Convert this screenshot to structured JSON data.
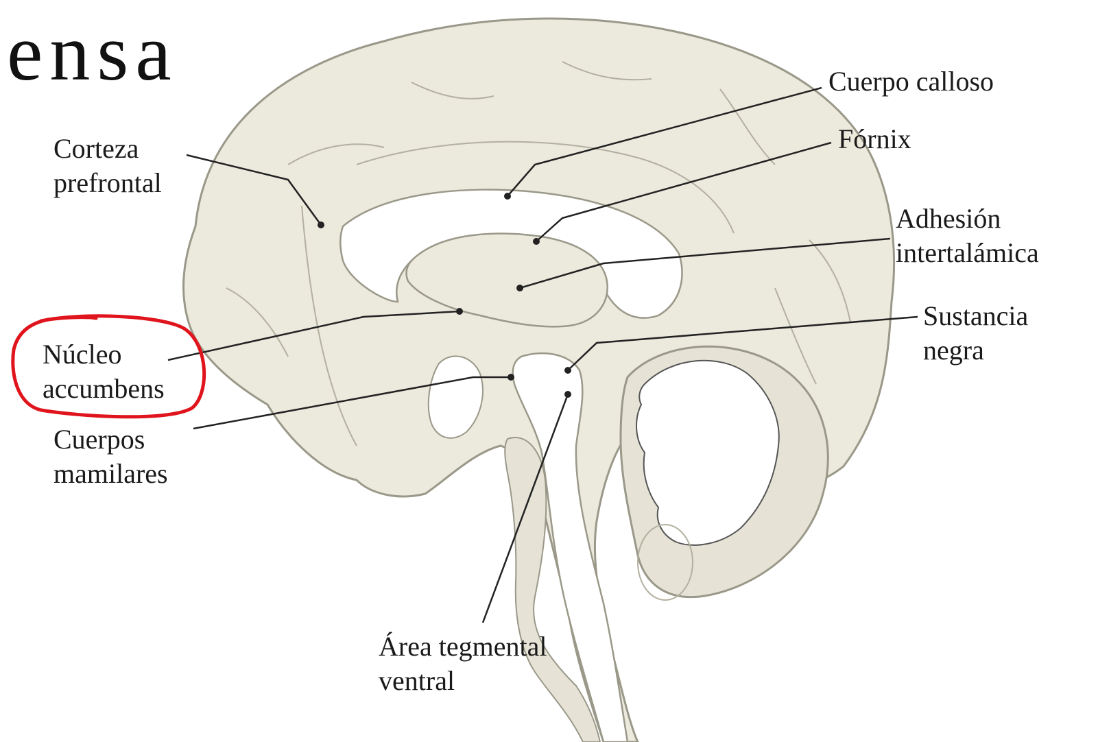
{
  "page_fragment": "ensa",
  "labels": {
    "corteza_prefrontal": [
      "Corteza",
      "prefrontal"
    ],
    "nucleo_accumbens": [
      "Núcleo",
      "accumbens"
    ],
    "cuerpos_mamilares": [
      "Cuerpos",
      "mamilares"
    ],
    "cuerpo_calloso": [
      "Cuerpo calloso"
    ],
    "fornix": [
      "Fórnix"
    ],
    "adhesion_intertalamica": [
      "Adhesión",
      "intertalámica"
    ],
    "sustancia_negra": [
      "Sustancia",
      "negra"
    ],
    "area_tegmental_ventral": [
      "Área tegmental",
      "ventral"
    ]
  },
  "colors": {
    "brain_fill": "#ece9dd",
    "brain_outline": "#9a9888",
    "leader_line": "#222222",
    "highlight_circle": "#e0141c",
    "ventricle_fill": "#ffffff"
  }
}
